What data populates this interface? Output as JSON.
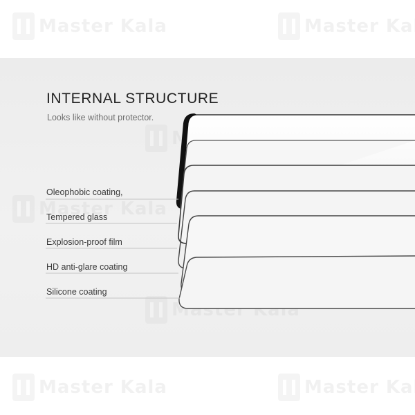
{
  "title": "INTERNAL STRUCTURE",
  "subtitle": "Looks like without protector.",
  "layers": [
    {
      "label": "Oleophobic coating,"
    },
    {
      "label": "Tempered glass"
    },
    {
      "label": "Explosion-proof film"
    },
    {
      "label": "HD anti-glare coating"
    },
    {
      "label": "Silicone coating"
    }
  ],
  "watermark": {
    "text": "Master Kala"
  },
  "colors": {
    "band": "#eeeeee",
    "frame": "#1a1a1a",
    "leader": "#bfbfbf",
    "text": "#3a3a3a"
  }
}
